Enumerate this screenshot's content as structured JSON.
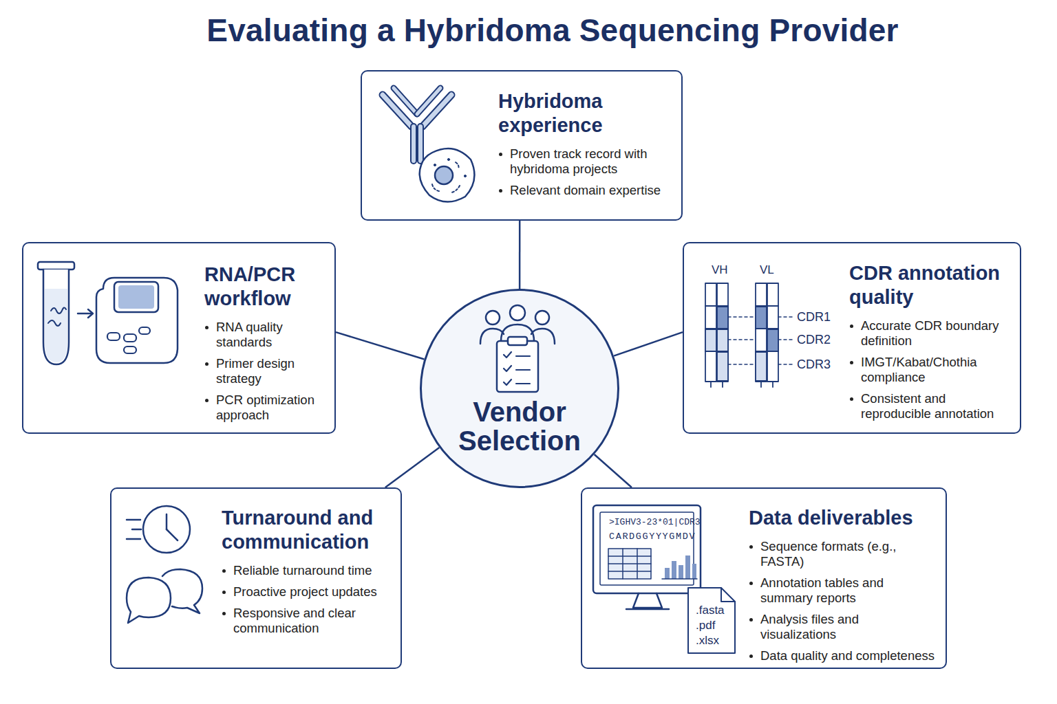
{
  "diagram": {
    "title": "Evaluating a Hybridoma Sequencing Provider",
    "nodes": [
      {
        "text": [
          "Hybridoma experience",
          "Proven track record with hybridoma projects",
          "Relevant domain expertise"
        ]
      },
      {
        "text": [
          "RNA/PCR workflow",
          "RNA quality standards",
          "Primer design strategy",
          "PCR optimization approach"
        ]
      },
      {
        "text": [
          "Vendor Selection"
        ]
      },
      {
        "text": [
          "CDR annotation quality",
          "Accurate CDR boundary definition",
          "IMGT/Kabat/Chothia compliance",
          "Consistent and reproducible annotation"
        ]
      },
      {
        "text": [
          "Turnaround and communication",
          "Reliable turnaround time",
          "Proactive project updates",
          "Responsive and clear communication"
        ]
      },
      {
        "text": [
          "Data deliverables",
          "Sequence formats (e.g., FASTA)",
          "Annotation tables and summary reports",
          "Analysis files and visualizations",
          "Data quality and completeness"
        ]
      }
    ],
    "edges": [
      {
        "from": 2,
        "to": 0,
        "arrow": "none"
      },
      {
        "from": 2,
        "to": 1,
        "arrow": "none"
      },
      {
        "from": 2,
        "to": 3,
        "arrow": "none"
      },
      {
        "from": 2,
        "to": 4,
        "arrow": "none"
      },
      {
        "from": 2,
        "to": 5,
        "arrow": "none"
      }
    ],
    "labels": [
      "VH",
      "VL",
      "CDR1",
      "CDR2",
      "CDR3",
      ">IGHV3-23*01|CDR3",
      "CARDGGYYYGMDV",
      ".fasta",
      ".pdf",
      ".xlsx"
    ]
  }
}
